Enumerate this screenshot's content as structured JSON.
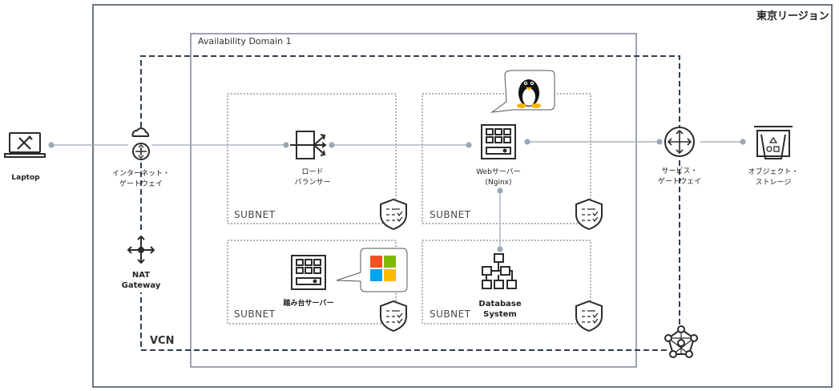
{
  "region": {
    "label": "東京リージョン"
  },
  "availability_domain": {
    "label": "Availability Domain 1"
  },
  "vcn": {
    "label": "VCN"
  },
  "subnets": [
    {
      "label": "SUBNET"
    },
    {
      "label": "SUBNET"
    },
    {
      "label": "SUBNET"
    },
    {
      "label": "SUBNET"
    }
  ],
  "nodes": {
    "laptop": {
      "label": "Laptop"
    },
    "internet_gateway": {
      "line1": "インターネット・",
      "line2": "ゲートウェイ"
    },
    "nat_gateway": {
      "line1": "NAT",
      "line2": "Gateway"
    },
    "load_balancer": {
      "line1": "ロード",
      "line2": "バランサー"
    },
    "web_server": {
      "line1": "Webサーバー",
      "line2": "(Nginx)"
    },
    "bastion": {
      "label": "踏み台サーバー"
    },
    "database": {
      "line1": "Database",
      "line2": "System"
    },
    "service_gateway": {
      "line1": "サービス・",
      "line2": "ゲートウェイ"
    },
    "object_storage": {
      "line1": "オブジェクト・",
      "line2": "ストレージ"
    }
  },
  "icons": {
    "os_linux": "linux-penguin-icon",
    "os_windows": "windows-logo-icon",
    "security_list": "security-list-shield-icon",
    "vcn": "vcn-network-icon"
  },
  "colors": {
    "border": "#3c4a5c",
    "connector": "#9aa7b5",
    "icon": "#2b2b2b",
    "windows_red": "#f25022",
    "windows_green": "#7fba00",
    "windows_blue": "#00a4ef",
    "windows_yellow": "#ffb900"
  }
}
